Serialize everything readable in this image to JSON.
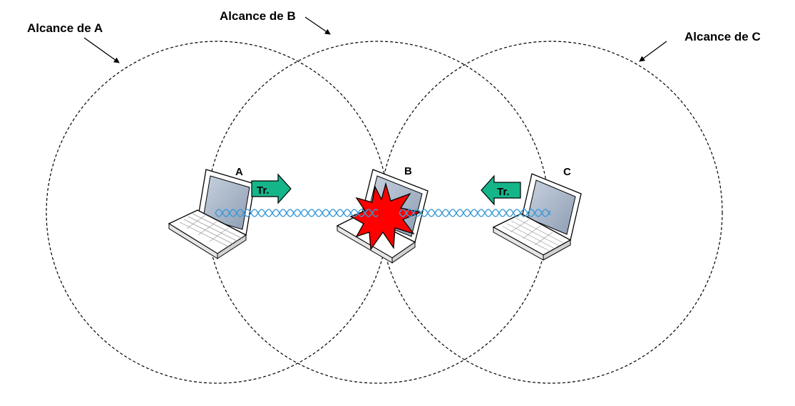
{
  "ranges": {
    "a": "Alcance de A",
    "b": "Alcance de B",
    "c": "Alcance de C"
  },
  "nodes": {
    "a": "A",
    "b": "B",
    "c": "C"
  },
  "transmission_label": "Tr.",
  "colors": {
    "arrow_fill": "#15b58a",
    "wave": "#3b9ad6",
    "collision": "#ff0000",
    "screen": "#a9b7c9",
    "laptop_body": "#ffffff",
    "outline": "#000000"
  },
  "icons": {
    "laptop": "laptop-icon",
    "collision": "collision-burst-icon",
    "transmission": "transmission-arrow-icon"
  }
}
